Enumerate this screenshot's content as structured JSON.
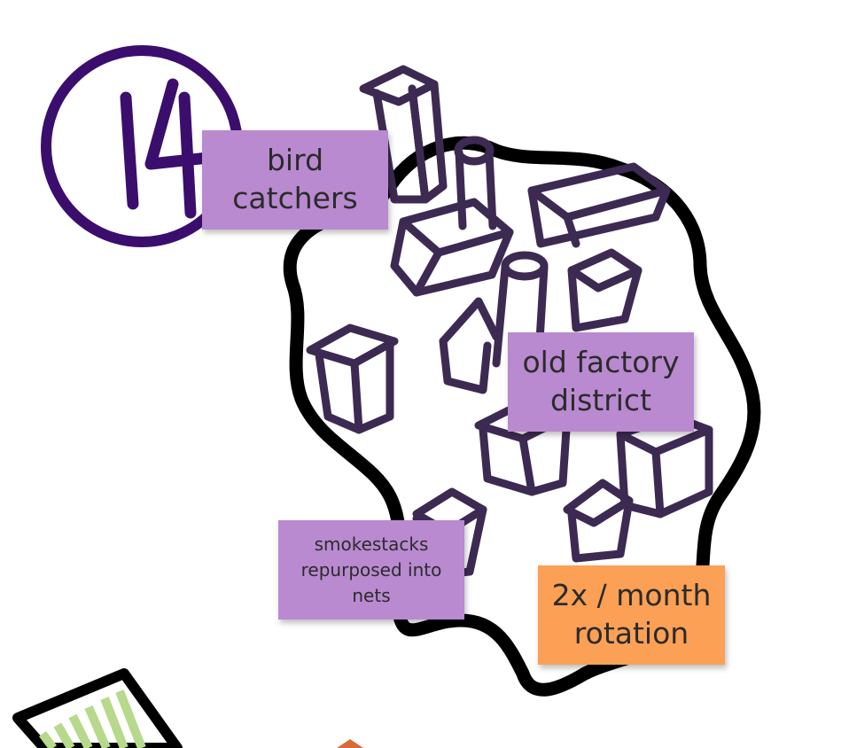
{
  "step_number": "14",
  "notes": {
    "bird_catchers": "bird catchers",
    "old_factory": "old factory district",
    "smokestacks": "smokestacks repurposed into nets",
    "rotation": "2x / month rotation"
  },
  "colors": {
    "purple_note": "#b98ad0",
    "orange_note": "#fba055",
    "ink_purple": "#3d2a52",
    "circle_purple": "#3b0e6e",
    "outline_black": "#000000",
    "green_stripes": "#b6d98b"
  }
}
